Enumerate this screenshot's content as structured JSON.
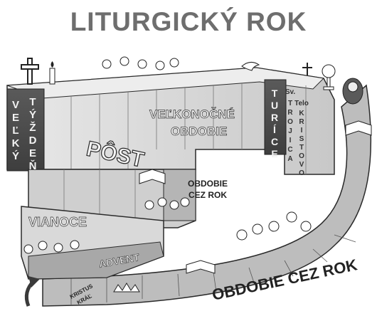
{
  "title": "LITURGICKÝ ROK",
  "labels": {
    "velky_tyzden_a": [
      "V",
      "E",
      "Ľ",
      "K",
      "Ý"
    ],
    "velky_tyzden_b": [
      "T",
      "Ý",
      "Ž",
      "D",
      "E",
      "Ň"
    ],
    "post": "PÔST",
    "velkonocne_1": "VEĽKONOČNÉ",
    "velkonocne_2": "OBDOBIE",
    "turice": [
      "T",
      "U",
      "R",
      "Í",
      "C",
      "E"
    ],
    "sv": "Sv.",
    "trojica": [
      "T",
      "R",
      "O",
      "J",
      "I",
      "C",
      "A"
    ],
    "telo": "Telo",
    "kristovo": [
      "K",
      "R",
      "I",
      "S",
      "T",
      "O",
      "V",
      "O"
    ],
    "obdobie_cez_rok_small_1": "OBDOBIE",
    "obdobie_cez_rok_small_2": "CEZ ROK",
    "vianoce": "VIANOCE",
    "advent": "ADVENT",
    "kristus_1": "KRISTUS",
    "kristus_2": "KRÁĽ",
    "obdobie_cez_rok_big": "OBDOBIE CEZ ROK"
  },
  "colors": {
    "title": "#6e6e6e",
    "label_fill": "#f2f2f2",
    "label_stroke": "#3a3a3a",
    "step_dark": "#4a4a4a",
    "step_mid": "#8c8c8c",
    "step_light": "#d8d8d8"
  }
}
